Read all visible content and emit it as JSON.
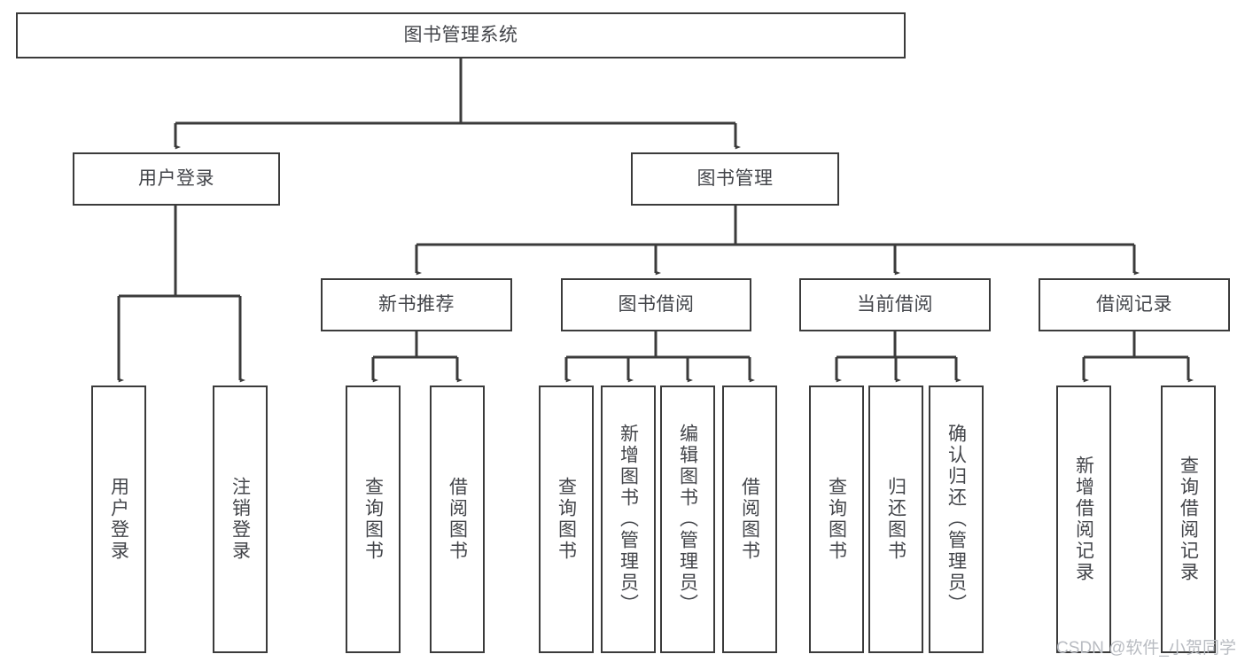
{
  "diagram": {
    "type": "tree",
    "title": "图书管理系统",
    "orientation": "top-down",
    "colors": {
      "background": "#ffffff",
      "node_border": "#3b3b3b",
      "node_fill": "#ffffff",
      "edge": "#3b3b3b",
      "text": "#43454a",
      "watermark": "#b9bcc2"
    },
    "nodes": {
      "root": {
        "label": "图书管理系统",
        "level": 1
      },
      "l2": [
        {
          "id": "user_login",
          "label": "用户登录",
          "level": 2
        },
        {
          "id": "book_mgmt",
          "label": "图书管理",
          "level": 2
        }
      ],
      "l3": [
        {
          "id": "new_book_rec",
          "label": "新书推荐",
          "level": 3,
          "parent": "book_mgmt"
        },
        {
          "id": "book_borrow",
          "label": "图书借阅",
          "level": 3,
          "parent": "book_mgmt"
        },
        {
          "id": "current_borrow",
          "label": "当前借阅",
          "level": 3,
          "parent": "book_mgmt"
        },
        {
          "id": "borrow_record",
          "label": "借阅记录",
          "level": 3,
          "parent": "book_mgmt"
        }
      ],
      "leaves": [
        {
          "id": "leaf_user_login",
          "label": "用户登录",
          "parent": "user_login"
        },
        {
          "id": "leaf_logout",
          "label": "注销登录",
          "parent": "user_login"
        },
        {
          "id": "leaf_query_book_a",
          "label": "查询图书",
          "parent": "new_book_rec"
        },
        {
          "id": "leaf_borrow_book_a",
          "label": "借阅图书",
          "parent": "new_book_rec"
        },
        {
          "id": "leaf_query_book_b",
          "label": "查询图书",
          "parent": "book_borrow"
        },
        {
          "id": "leaf_add_book",
          "label": "新增图书（管理员）",
          "parent": "book_borrow"
        },
        {
          "id": "leaf_edit_book",
          "label": "编辑图书（管理员）",
          "parent": "book_borrow"
        },
        {
          "id": "leaf_borrow_book_b",
          "label": "借阅图书",
          "parent": "book_borrow"
        },
        {
          "id": "leaf_query_book_c",
          "label": "查询图书",
          "parent": "current_borrow"
        },
        {
          "id": "leaf_return_book",
          "label": "归还图书",
          "parent": "current_borrow"
        },
        {
          "id": "leaf_confirm_return",
          "label": "确认归还（管理员）",
          "parent": "current_borrow"
        },
        {
          "id": "leaf_add_record",
          "label": "新增借阅记录",
          "parent": "borrow_record"
        },
        {
          "id": "leaf_query_record",
          "label": "查询借阅记录",
          "parent": "borrow_record"
        }
      ]
    }
  },
  "watermark": {
    "text": "CSDN @软件_小贺同学"
  }
}
